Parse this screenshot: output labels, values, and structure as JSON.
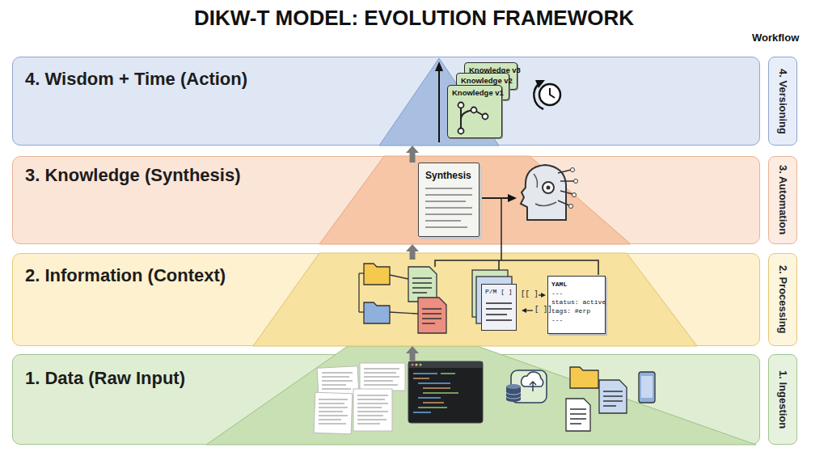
{
  "diagram": {
    "title": "DIKW-T MODEL: EVOLUTION FRAMEWORK",
    "nodes": [
      {
        "text": [
          "4. Wisdom + Time (Action)"
        ]
      },
      {
        "text": [
          "Knowledge v3"
        ],
        "in": 0
      },
      {
        "text": [
          "Knowledge v2"
        ],
        "in": 0
      },
      {
        "text": [
          "Knowledge v1"
        ],
        "in": 0
      },
      {
        "text": [
          "4. Versioning"
        ]
      },
      {
        "text": [
          "3. Knowledge (Synthesis)"
        ]
      },
      {
        "text": [
          "Synthesis"
        ],
        "in": 5
      },
      {
        "text": [
          "3. Automation"
        ]
      },
      {
        "text": [
          "2. Information (Context)"
        ]
      },
      {
        "text": [
          "P/M [ ]"
        ],
        "in": 8
      },
      {
        "text": [
          "YAML",
          "---",
          "status: active",
          "tags: #erp",
          "---"
        ],
        "in": 8
      },
      {
        "text": [
          "2. Processing"
        ]
      },
      {
        "text": [
          "1. Data (Raw Input)"
        ]
      },
      {
        "text": [
          "1. Ingestion"
        ]
      }
    ],
    "edges": [
      {
        "from": 12,
        "to": 8,
        "arrow": "to"
      },
      {
        "from": 8,
        "to": 5,
        "arrow": "to"
      },
      {
        "from": 5,
        "to": 0,
        "arrow": "to"
      }
    ],
    "labels": [
      "Workflow",
      "[[ ]",
      "[ ]]"
    ]
  }
}
